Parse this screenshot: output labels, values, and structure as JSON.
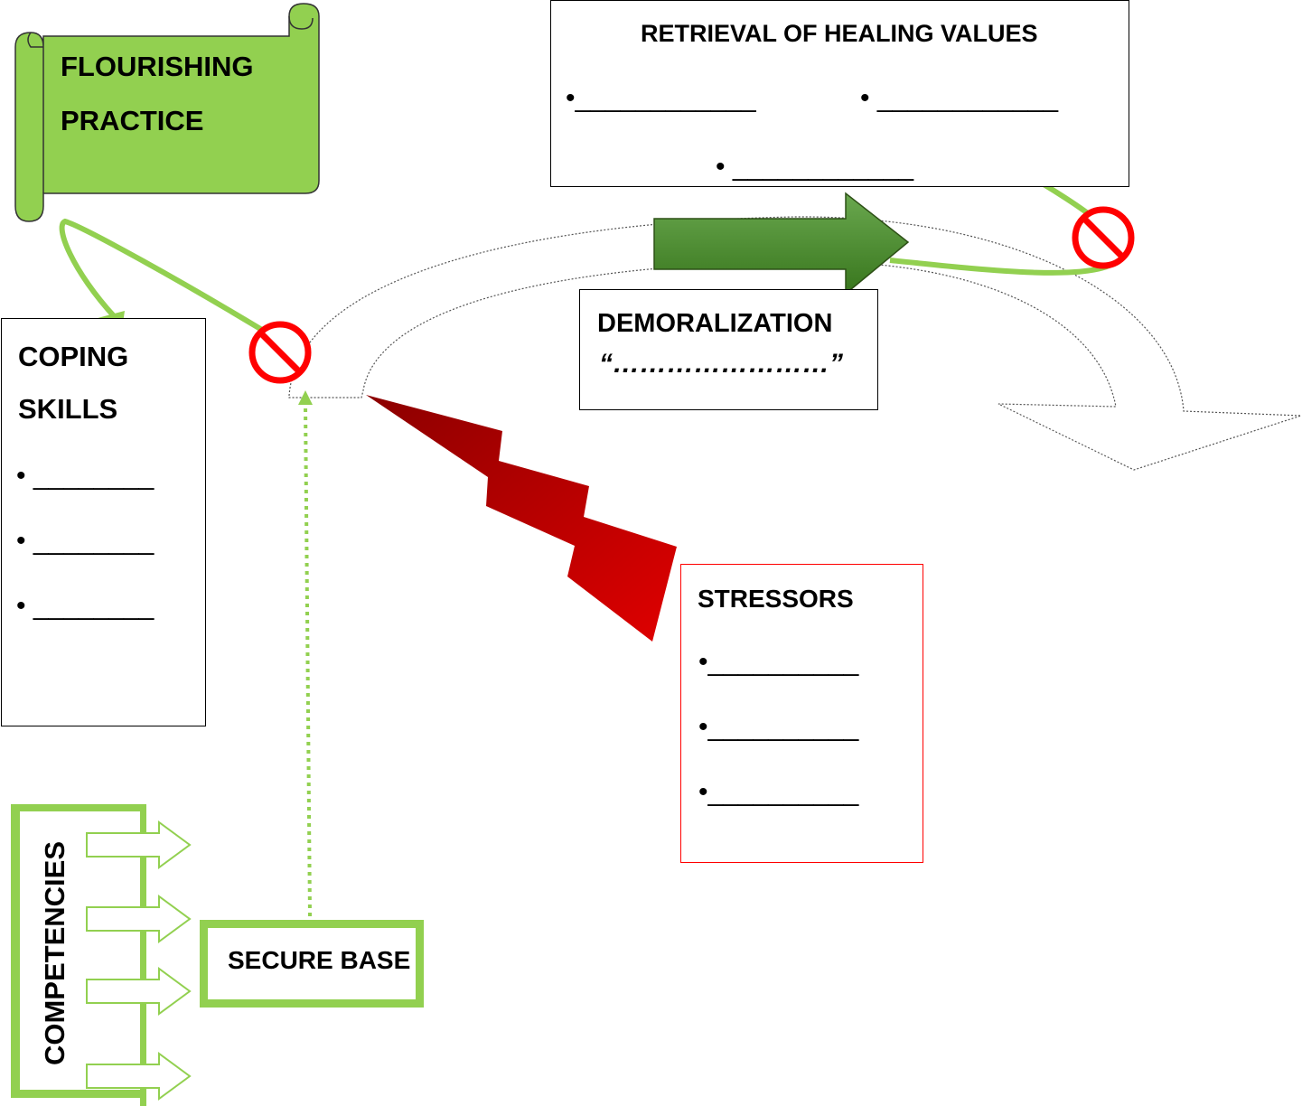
{
  "flourishing": {
    "line1": "FLOURISHING",
    "line2": "PRACTICE"
  },
  "coping": {
    "line1": "COPING",
    "line2": "SKILLS",
    "blanks": [
      "• ________",
      "• ________",
      "• ________"
    ]
  },
  "retrieval": {
    "title": "RETRIEVAL OF HEALING VALUES",
    "blank1": "•____________",
    "blank2": "• ____________",
    "blank3": "• ____________"
  },
  "demoralization": {
    "title": "DEMORALIZATION",
    "quote": "“……………………”"
  },
  "stressors": {
    "title": "STRESSORS",
    "blanks": [
      "•__________",
      "•__________",
      "•__________"
    ]
  },
  "secure_base": {
    "label": "SECURE BASE"
  },
  "competencies": {
    "label": "COMPETENCIES"
  },
  "colors": {
    "green": "#92d050",
    "dark_green": "#4e8a2e",
    "red": "#c00000",
    "stop_red": "#ff0000"
  },
  "icons": [
    "scroll-shape",
    "no-entry-icon",
    "lightning-bolt",
    "curved-arrow",
    "block-arrow"
  ]
}
